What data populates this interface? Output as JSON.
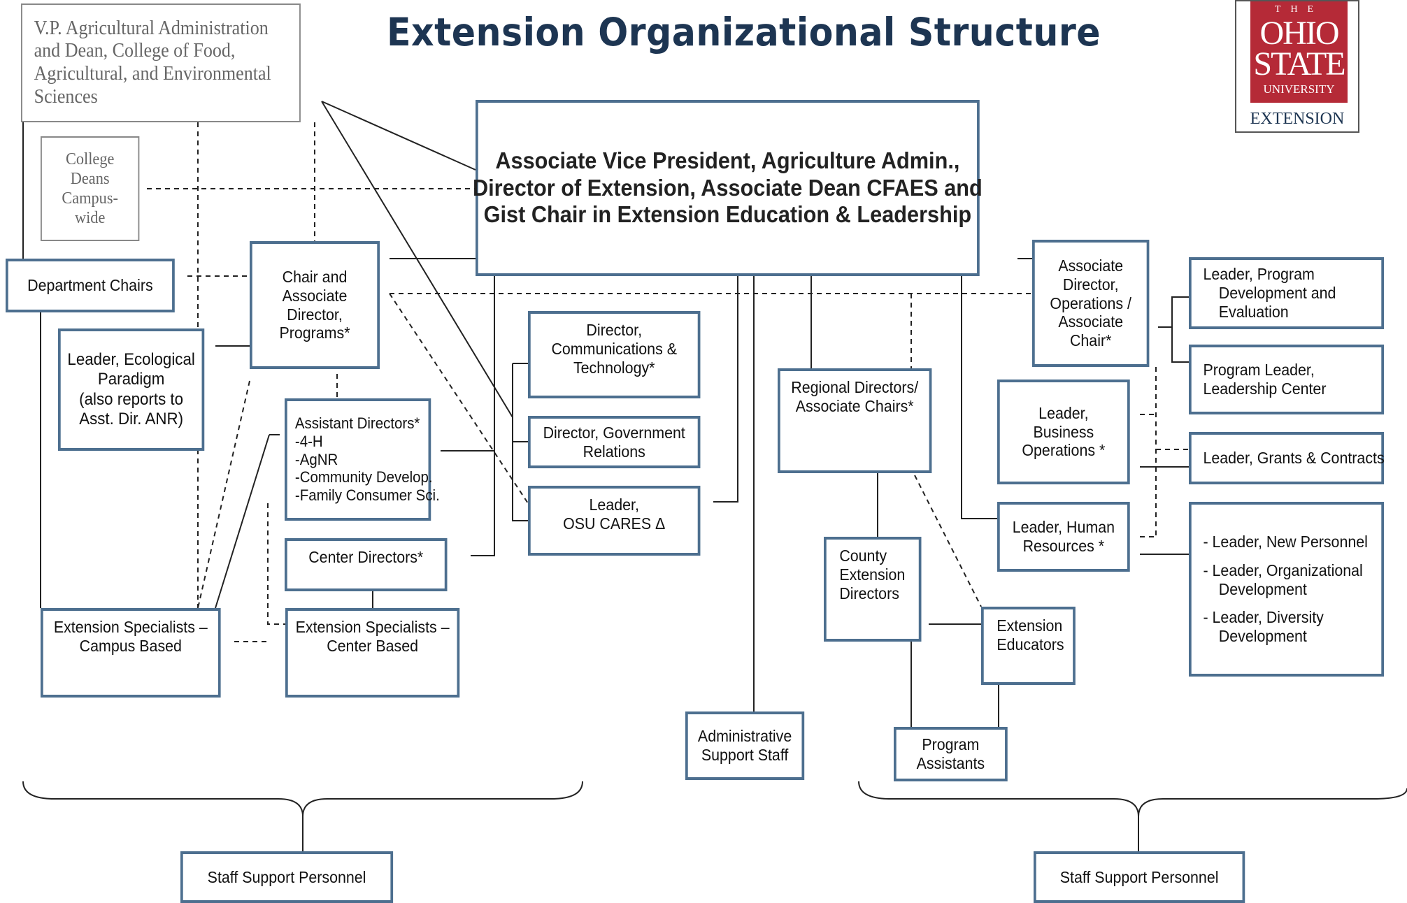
{
  "title": "Extension Organizational Structure",
  "logo": {
    "the": "THE",
    "ohio": "OHIO",
    "state": "STATE",
    "university": "UNIVERSITY",
    "extension": "EXTENSION",
    "color": "#b52a37"
  },
  "colors": {
    "box_border": "#4d6f8f",
    "title": "#1d3552"
  },
  "nodes": {
    "vp": [
      "V.P. Agricultural Administration",
      "and Dean, College of Food,",
      "Agricultural, and Environmental",
      "Sciences"
    ],
    "deans": [
      "College",
      "Deans",
      "Campus-",
      "wide"
    ],
    "avp": [
      "Associate Vice President, Agriculture Admin.,",
      "Director of Extension, Associate Dean CFAES and",
      "Gist Chair in Extension Education & Leadership"
    ],
    "dept_chairs": [
      "Department Chairs"
    ],
    "chair_programs": [
      "Chair and",
      "Associate",
      "Director,",
      "Programs*"
    ],
    "ecological": [
      "Leader, Ecological",
      "Paradigm",
      "(also reports to",
      "Asst. Dir. ANR)"
    ],
    "asst_dirs": [
      "Assistant Directors*",
      "-4-H",
      "-AgNR",
      "-Community Develop.",
      "-Family Consumer Sci."
    ],
    "center_dirs": [
      "Center Directors*"
    ],
    "ext_campus": [
      "Extension Specialists –",
      "Campus Based"
    ],
    "ext_center": [
      "Extension Specialists –",
      "Center Based"
    ],
    "dir_comm": [
      "Director,",
      "Communications &",
      "Technology*"
    ],
    "dir_gov": [
      "Director, Government",
      "Relations"
    ],
    "osu_cares": [
      "Leader,",
      "OSU CARES Δ"
    ],
    "regional": [
      "Regional Directors/",
      "Associate Chairs*"
    ],
    "county": [
      "County",
      "Extension",
      "Directors"
    ],
    "educators": [
      "Extension",
      "Educators"
    ],
    "program_asst": [
      "Program",
      "Assistants"
    ],
    "admin_support": [
      "Administrative",
      "Support Staff"
    ],
    "assoc_ops": [
      "Associate",
      "Director,",
      "Operations /",
      "Associate",
      "Chair*"
    ],
    "business_ops": [
      "Leader,",
      "Business",
      "Operations *"
    ],
    "human_res": [
      "Leader, Human",
      "Resources *"
    ],
    "program_dev": [
      "Leader, Program",
      "Development  and",
      "Evaluation"
    ],
    "leadership_center": [
      "Program Leader,",
      "Leadership Center"
    ],
    "grants": [
      "Leader, Grants & Contracts"
    ],
    "personnel": [
      "- Leader, New Personnel",
      "",
      "- Leader, Organizational",
      "Development",
      "",
      "- Leader, Diversity",
      "Development"
    ],
    "staff_left": [
      "Staff Support Personnel"
    ],
    "staff_right": [
      "Staff Support Personnel"
    ]
  }
}
